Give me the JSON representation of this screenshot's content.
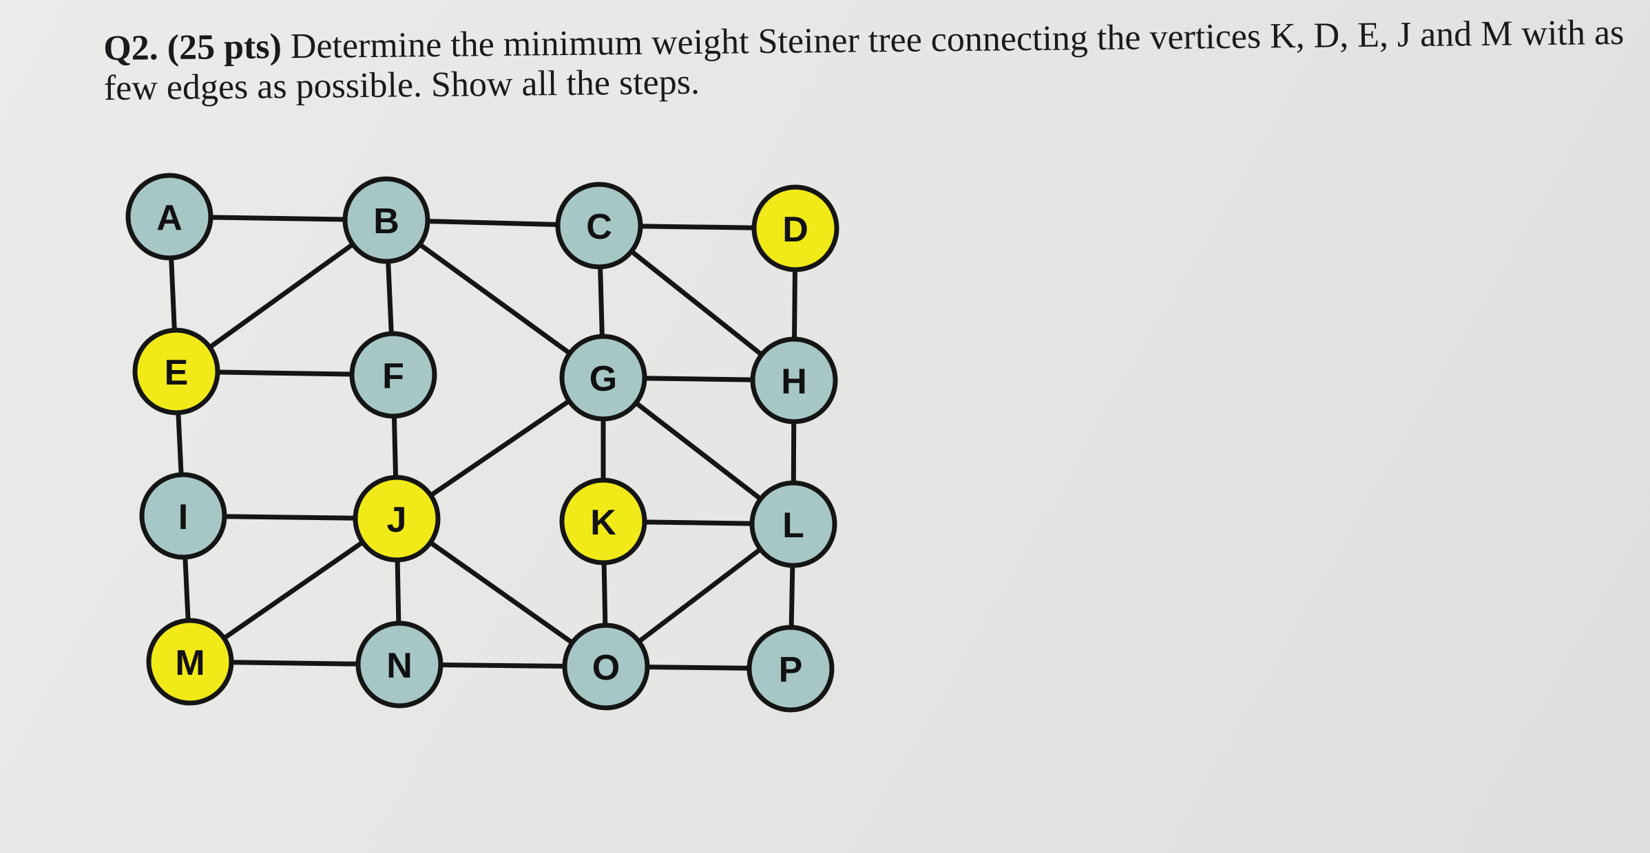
{
  "question": {
    "number": "Q2. (25 pts)",
    "text": "Determine the minimum weight Steiner tree connecting the vertices K, D, E, J and M with as few edges as possible. Show all the steps."
  },
  "graph": {
    "colors": {
      "terminal": "#f1ea18",
      "regular": "#a7c7c7",
      "stroke": "#151515",
      "edge": "#151515"
    },
    "nodes": [
      {
        "id": "A",
        "label": "A",
        "terminal": false
      },
      {
        "id": "B",
        "label": "B",
        "terminal": false
      },
      {
        "id": "C",
        "label": "C",
        "terminal": false
      },
      {
        "id": "D",
        "label": "D",
        "terminal": true
      },
      {
        "id": "E",
        "label": "E",
        "terminal": true
      },
      {
        "id": "F",
        "label": "F",
        "terminal": false
      },
      {
        "id": "G",
        "label": "G",
        "terminal": false
      },
      {
        "id": "H",
        "label": "H",
        "terminal": false
      },
      {
        "id": "I",
        "label": "I",
        "terminal": false
      },
      {
        "id": "J",
        "label": "J",
        "terminal": true
      },
      {
        "id": "K",
        "label": "K",
        "terminal": true
      },
      {
        "id": "L",
        "label": "L",
        "terminal": false
      },
      {
        "id": "M",
        "label": "M",
        "terminal": true
      },
      {
        "id": "N",
        "label": "N",
        "terminal": false
      },
      {
        "id": "O",
        "label": "O",
        "terminal": false
      },
      {
        "id": "P",
        "label": "P",
        "terminal": false
      }
    ],
    "edges": [
      [
        "A",
        "B"
      ],
      [
        "B",
        "C"
      ],
      [
        "C",
        "D"
      ],
      [
        "A",
        "E"
      ],
      [
        "B",
        "E"
      ],
      [
        "B",
        "F"
      ],
      [
        "B",
        "G"
      ],
      [
        "C",
        "G"
      ],
      [
        "C",
        "H"
      ],
      [
        "D",
        "H"
      ],
      [
        "E",
        "F"
      ],
      [
        "G",
        "H"
      ],
      [
        "E",
        "I"
      ],
      [
        "F",
        "J"
      ],
      [
        "G",
        "J"
      ],
      [
        "G",
        "K"
      ],
      [
        "G",
        "L"
      ],
      [
        "H",
        "L"
      ],
      [
        "I",
        "J"
      ],
      [
        "K",
        "L"
      ],
      [
        "I",
        "M"
      ],
      [
        "J",
        "M"
      ],
      [
        "J",
        "N"
      ],
      [
        "J",
        "O"
      ],
      [
        "K",
        "O"
      ],
      [
        "L",
        "O"
      ],
      [
        "L",
        "P"
      ],
      [
        "M",
        "N"
      ],
      [
        "N",
        "O"
      ],
      [
        "O",
        "P"
      ]
    ]
  }
}
